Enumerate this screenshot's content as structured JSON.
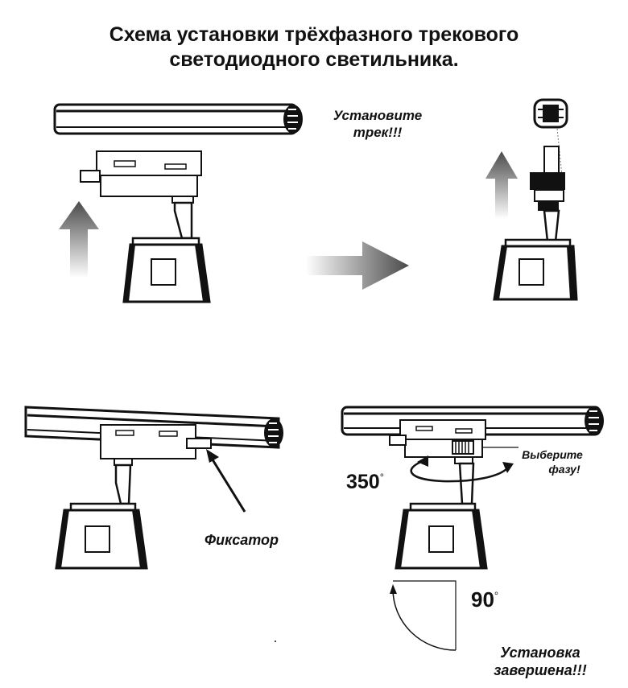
{
  "title": {
    "line1": "Схема установки трёхфазного трекового",
    "line2": "светодиодного светильника."
  },
  "labels": {
    "install_track_l1": "Установите",
    "install_track_l2": "трек!!!",
    "latch": "Фиксатор",
    "choose_phase_l1": "Выберите",
    "choose_phase_l2": "фазу!",
    "done_l1": "Установка",
    "done_l2": "завершена!!!"
  },
  "angles": {
    "rotation": "350",
    "tilt": "90",
    "degree_sign": "°"
  },
  "colors": {
    "ink": "#111111",
    "arrow_dark": "#4a4a4a",
    "arrow_light": "#ffffff"
  }
}
